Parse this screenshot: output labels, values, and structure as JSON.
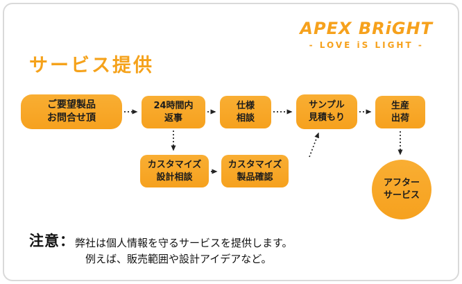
{
  "logo": {
    "brand": "APEX BRiGHT",
    "tagline": "- LOVE iS LIGHT -"
  },
  "title": "サービス提供",
  "flow": {
    "nodes": [
      {
        "id": "inquiry",
        "label": "ご要望製品\nお問合せ頂"
      },
      {
        "id": "reply",
        "label": "24時間内\n返事"
      },
      {
        "id": "spec",
        "label": "仕様\n相談"
      },
      {
        "id": "sample",
        "label": "サンプル\n見積もり"
      },
      {
        "id": "production",
        "label": "生産\n出荷"
      },
      {
        "id": "custom-design",
        "label": "カスタマイズ\n設計相談"
      },
      {
        "id": "custom-confirm",
        "label": "カスタマイズ\n製品確認"
      },
      {
        "id": "after-service",
        "label": "アフター\nサービス"
      }
    ]
  },
  "note": {
    "label": "注意：",
    "line1": "弊社は個人情報を守るサービスを提供します。",
    "line2": "例えば、販売範囲や設計アイデアなど。"
  },
  "colors": {
    "accent": "#f6a11c",
    "arrow": "#222222",
    "border": "#d9d9d9"
  }
}
